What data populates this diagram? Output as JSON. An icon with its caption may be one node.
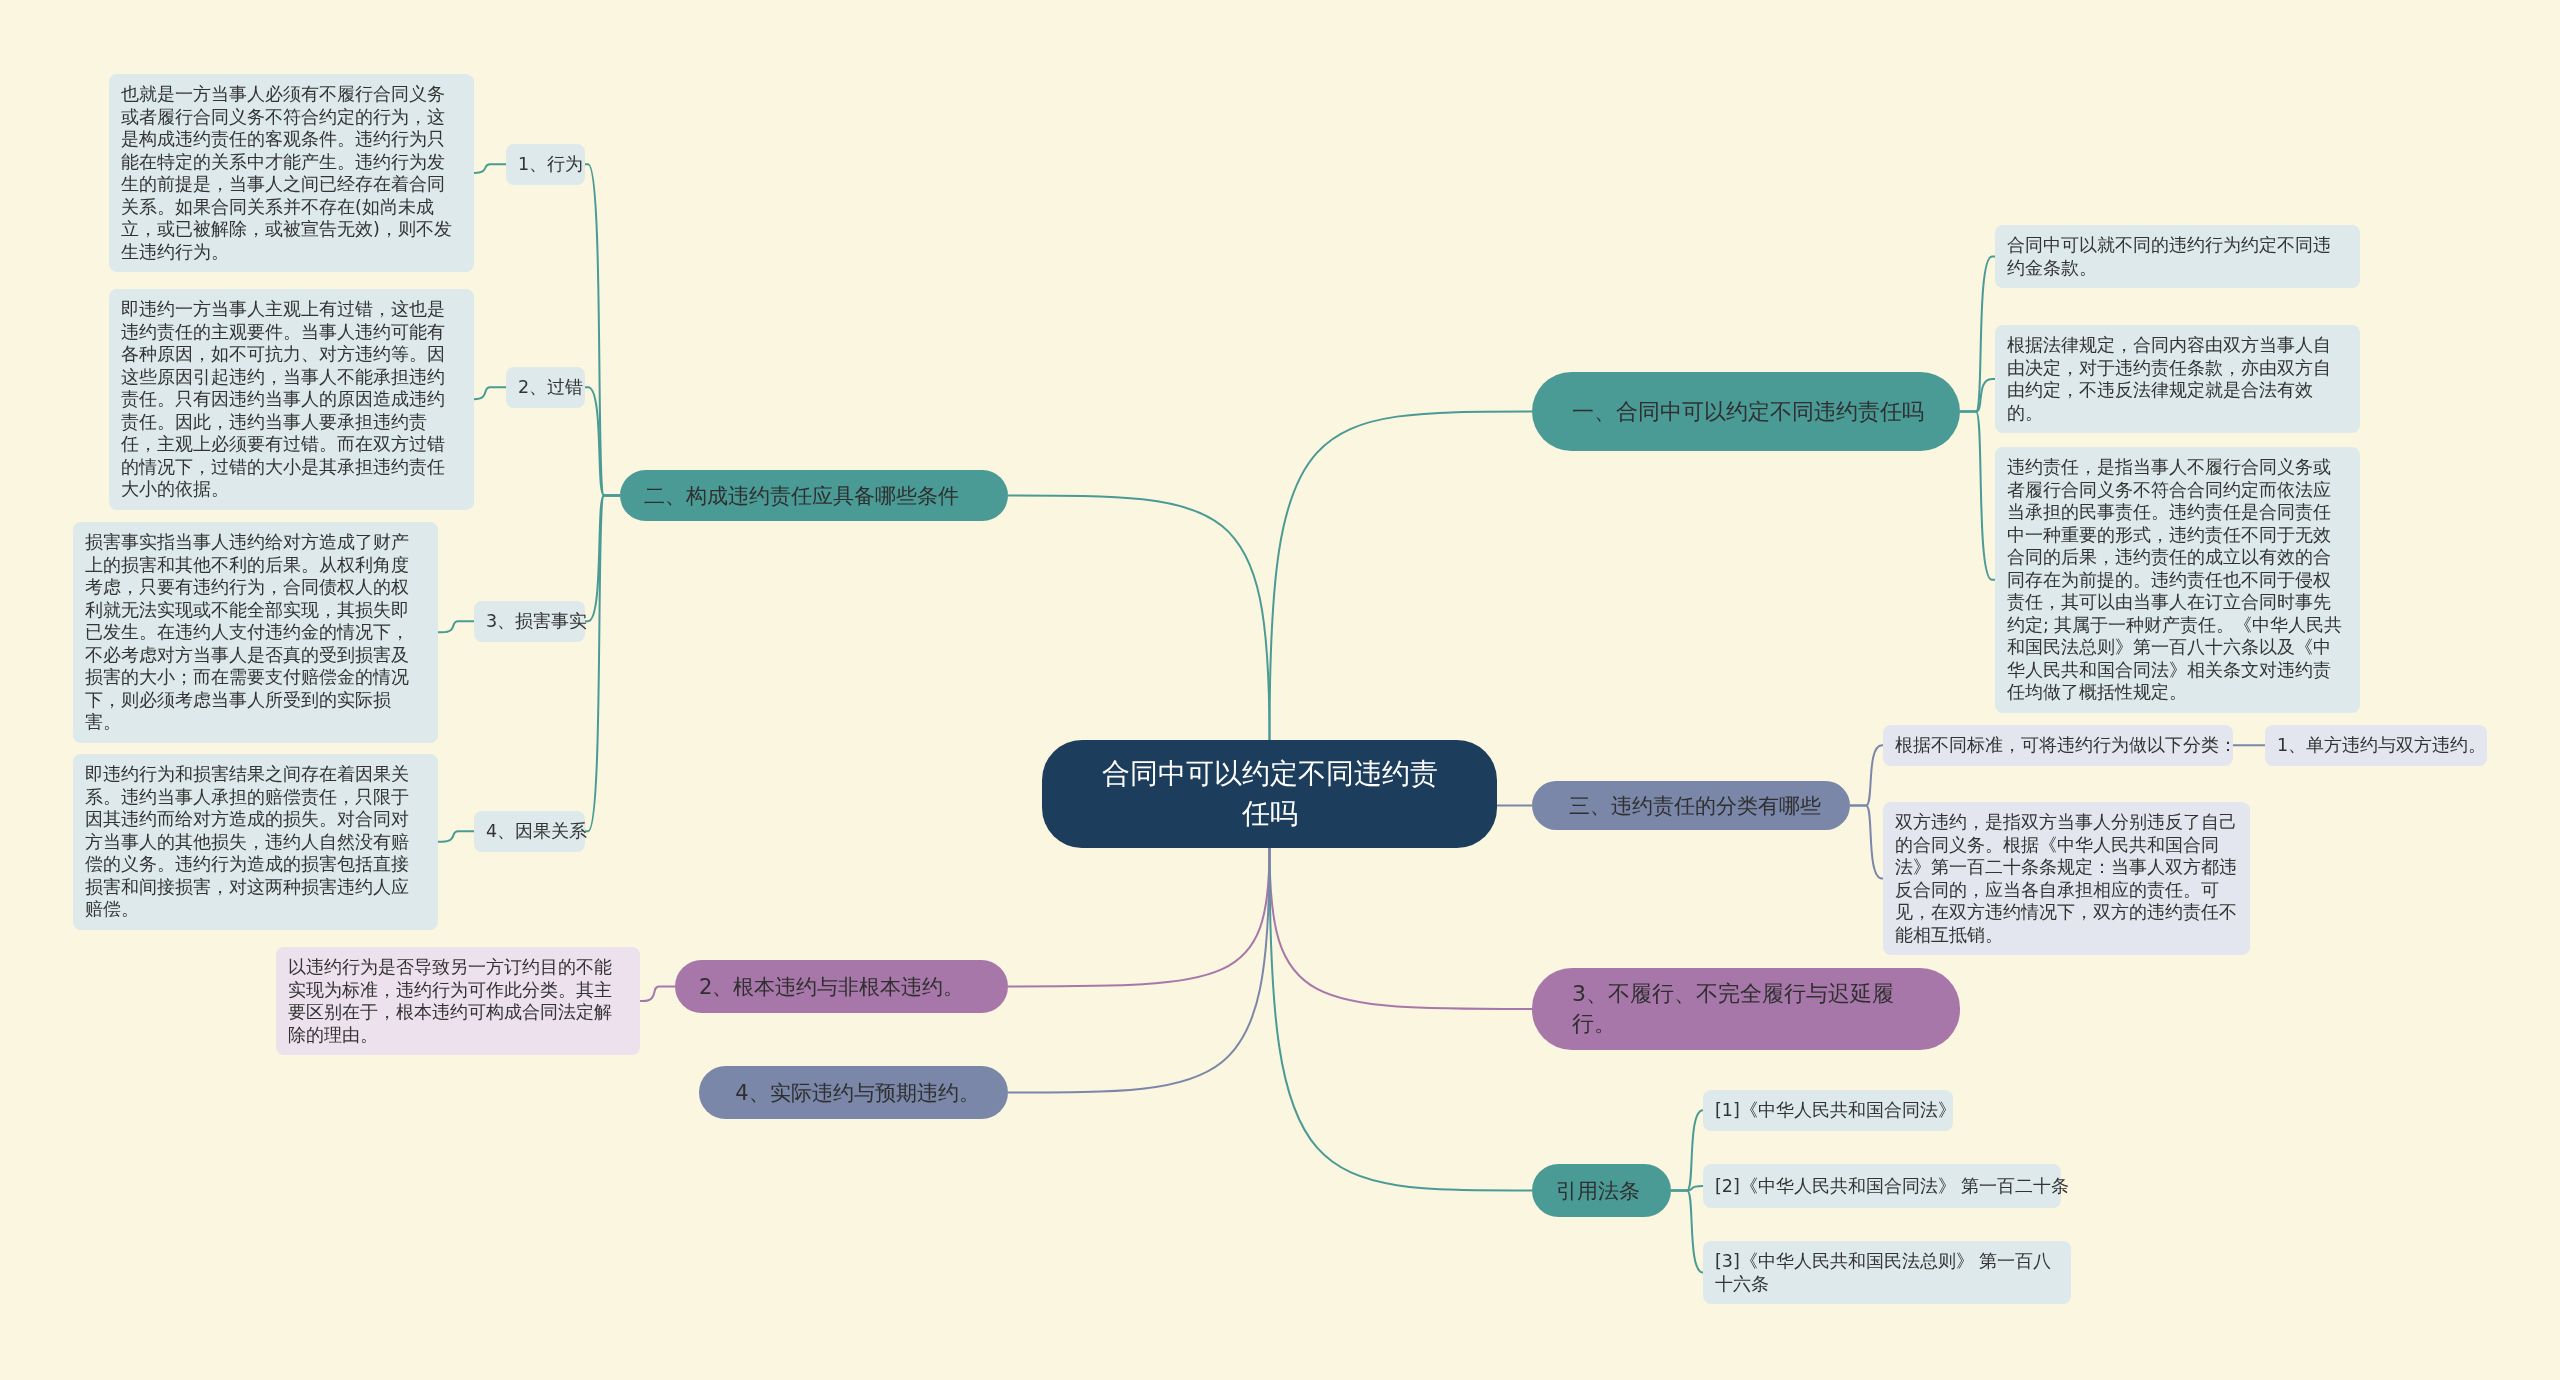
{
  "diagram": {
    "nodes": [
      {
        "text": [
          "合同中可以约定不同违约责任吗"
        ]
      },
      {
        "text": [
          "一、合同中可以约定不同违约责任吗"
        ]
      },
      {
        "text": [
          "合同中可以就不同的违约行为约定不同违约金条款。"
        ]
      },
      {
        "text": [
          "根据法律规定，合同内容由双方当事人自由决定，对于违约责任条款，亦由双方自由约定，不违反法律规定就是合法有效的。"
        ]
      },
      {
        "text": [
          "违约责任，是指当事人不履行合同义务或者履行合同义务不符合合同约定而依法应当承担的民事责任。违约责任是合同责任中一种重要的形式，违约责任不同于无效合同的后果，违约责任的成立以有效的合同存在为前提的。违约责任也不同于侵权责任，其可以由当事人在订立合同时事先约定; 其属于一种财产责任。《中华人民共和国民法总则》第一百八十六条以及《中华人民共和国合同法》相关条文对违约责任均做了概括性规定。"
        ]
      },
      {
        "text": [
          "二、构成违约责任应具备哪些条件"
        ]
      },
      {
        "text": [
          "1、行为"
        ]
      },
      {
        "text": [
          "也就是一方当事人必须有不履行合同义务或者履行合同义务不符合约定的行为，这是构成违约责任的客观条件。违约行为只能在特定的关系中才能产生。违约行为发生的前提是，当事人之间已经存在着合同关系。如果合同关系并不存在(如尚未成立，或已被解除，或被宣告无效)，则不发生违约行为。"
        ]
      },
      {
        "text": [
          "2、过错"
        ]
      },
      {
        "text": [
          "即违约一方当事人主观上有过错，这也是违约责任的主观要件。当事人违约可能有各种原因，如不可抗力、对方违约等。因这些原因引起违约，当事人不能承担违约责任。只有因违约当事人的原因造成违约责任。因此，违约当事人要承担违约责任，主观上必须要有过错。而在双方过错的情况下，过错的大小是其承担违约责任大小的依据。"
        ]
      },
      {
        "text": [
          "3、损害事实"
        ]
      },
      {
        "text": [
          "损害事实指当事人违约给对方造成了财产上的损害和其他不利的后果。从权利角度考虑，只要有违约行为，合同债权人的权利就无法实现或不能全部实现，其损失即已发生。在违约人支付违约金的情况下，不必考虑对方当事人是否真的受到损害及损害的大小；而在需要支付赔偿金的情况下，则必须考虑当事人所受到的实际损害。"
        ]
      },
      {
        "text": [
          "4、因果关系"
        ]
      },
      {
        "text": [
          "即违约行为和损害结果之间存在着因果关系。违约当事人承担的赔偿责任，只限于因其违约而给对方造成的损失。对合同对方当事人的其他损失，违约人自然没有赔偿的义务。违约行为造成的损害包括直接损害和间接损害，对这两种损害违约人应赔偿。"
        ]
      },
      {
        "text": [
          "三、违约责任的分类有哪些"
        ]
      },
      {
        "text": [
          "根据不同标准，可将违约行为做以下分类："
        ]
      },
      {
        "text": [
          "1、单方违约与双方违约。"
        ]
      },
      {
        "text": [
          "双方违约，是指双方当事人分别违反了自己的合同义务。根据《中华人民共和国合同法》第一百二十条条规定：当事人双方都违反合同的，应当各自承担相应的责任。可见，在双方违约情况下，双方的违约责任不能相互抵销。"
        ]
      },
      {
        "text": [
          "3、不履行、不完全履行与迟延履行。"
        ]
      },
      {
        "text": [
          "引用法条"
        ]
      },
      {
        "text": [
          "[1]《中华人民共和国合同法》"
        ]
      },
      {
        "text": [
          "[2]《中华人民共和国合同法》 第一百二十条"
        ]
      },
      {
        "text": [
          "[3]《中华人民共和国民法总则》 第一百八十六条"
        ]
      },
      {
        "text": [
          "2、根本违约与非根本违约。"
        ]
      },
      {
        "text": [
          "以违约行为是否导致另一方订约目的不能实现为标准，违约行为可作此分类。其主要区别在于，根本违约可构成合同法定解除的理由。"
        ]
      },
      {
        "text": [
          "4、实际违约与预期违约。"
        ]
      }
    ],
    "edges": [
      {
        "from": 0,
        "to": 1,
        "arrow": "none"
      },
      {
        "from": 1,
        "to": 2,
        "arrow": "none"
      },
      {
        "from": 1,
        "to": 3,
        "arrow": "none"
      },
      {
        "from": 1,
        "to": 4,
        "arrow": "none"
      },
      {
        "from": 0,
        "to": 5,
        "arrow": "none"
      },
      {
        "from": 5,
        "to": 6,
        "arrow": "none"
      },
      {
        "from": 6,
        "to": 7,
        "arrow": "none"
      },
      {
        "from": 5,
        "to": 8,
        "arrow": "none"
      },
      {
        "from": 8,
        "to": 9,
        "arrow": "none"
      },
      {
        "from": 5,
        "to": 10,
        "arrow": "none"
      },
      {
        "from": 10,
        "to": 11,
        "arrow": "none"
      },
      {
        "from": 5,
        "to": 12,
        "arrow": "none"
      },
      {
        "from": 12,
        "to": 13,
        "arrow": "none"
      },
      {
        "from": 0,
        "to": 14,
        "arrow": "none",
        "color": "#7a87a8"
      },
      {
        "from": 14,
        "to": 15,
        "arrow": "none",
        "color": "#7a87a8"
      },
      {
        "from": 15,
        "to": 16,
        "arrow": "none",
        "color": "#7a87a8"
      },
      {
        "from": 14,
        "to": 17,
        "arrow": "none",
        "color": "#7a87a8"
      },
      {
        "from": 0,
        "to": 18,
        "arrow": "none",
        "color": "#a877aa"
      },
      {
        "from": 0,
        "to": 19,
        "arrow": "none"
      },
      {
        "from": 19,
        "to": 20,
        "arrow": "none"
      },
      {
        "from": 19,
        "to": 21,
        "arrow": "none"
      },
      {
        "from": 19,
        "to": 22,
        "arrow": "none"
      },
      {
        "from": 0,
        "to": 23,
        "arrow": "none",
        "color": "#a877aa"
      },
      {
        "from": 23,
        "to": 24,
        "arrow": "none",
        "color": "#a877aa"
      },
      {
        "from": 0,
        "to": 25,
        "arrow": "none",
        "color": "#7a87a8"
      }
    ]
  }
}
